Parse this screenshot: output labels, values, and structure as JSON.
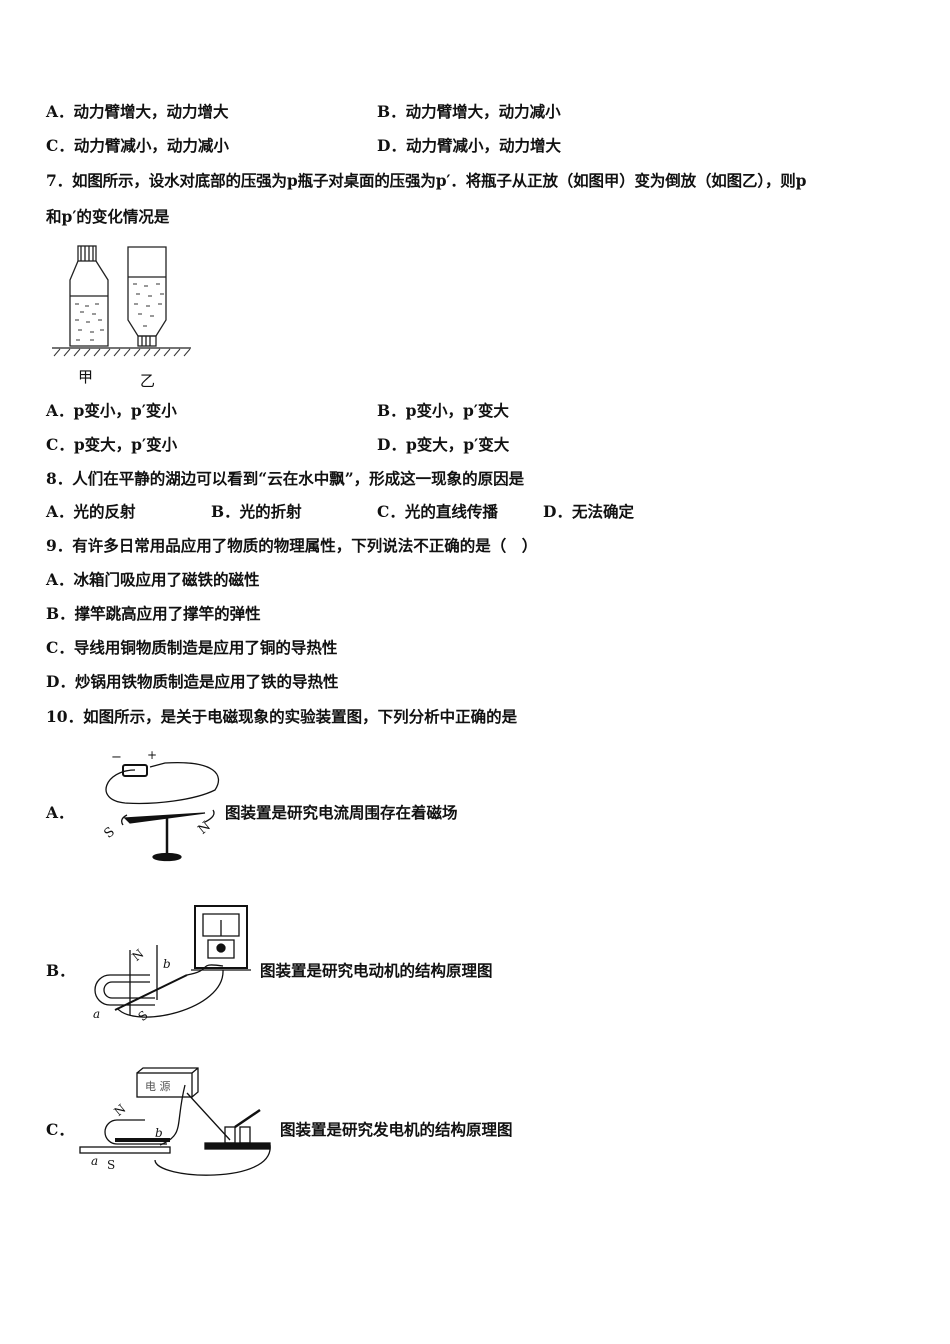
{
  "q6": {
    "options": [
      "A．动力臂增大，动力增大",
      "B．动力臂增大，动力减小",
      "C．动力臂减小，动力减小",
      "D．动力臂减小，动力增大"
    ]
  },
  "q7": {
    "stem_line1": "7．如图所示，设水对底部的压强为p瓶子对桌面的压强为p′．将瓶子从正放（如图甲）变为倒放（如图乙），则p",
    "stem_line2": "和p′的变化情况是",
    "figure_labels": [
      "甲",
      "乙"
    ],
    "options": [
      "A．p变小，p′变小",
      "B．p变小，p′变大",
      "C．p变大，p′变小",
      "D．p变大，p′变大"
    ]
  },
  "q8": {
    "stem": "8．人们在平静的湖边可以看到“云在水中飘”，形成这一现象的原因是",
    "options": [
      "A．光的反射",
      "B．光的折射",
      "C．光的直线传播",
      "D．无法确定"
    ]
  },
  "q9": {
    "stem": "9．有许多日常用品应用了物质的物理属性，下列说法不正确的是（　）",
    "options": [
      "A．冰箱门吸应用了磁铁的磁性",
      "B．撑竿跳高应用了撑竿的弹性",
      "C．导线用铜物质制造是应用了铜的导热性",
      "D．炒锅用铁物质制造是应用了铁的导热性"
    ]
  },
  "q10": {
    "stem": "10．如图所示，是关于电磁现象的实验装置图，下列分析中正确的是",
    "options": [
      {
        "letter": "A．",
        "text": "图装置是研究电流周围存在着磁场",
        "fig_labels": [
          "−",
          "+",
          "S",
          "N"
        ]
      },
      {
        "letter": "B．",
        "text": "图装置是研究电动机的结构原理图",
        "fig_labels": [
          "N",
          "S",
          "a",
          "b"
        ]
      },
      {
        "letter": "C．",
        "text": "图装置是研究发电机的结构原理图",
        "fig_labels": [
          "电 源",
          "N",
          "S",
          "a",
          "b"
        ]
      }
    ]
  }
}
